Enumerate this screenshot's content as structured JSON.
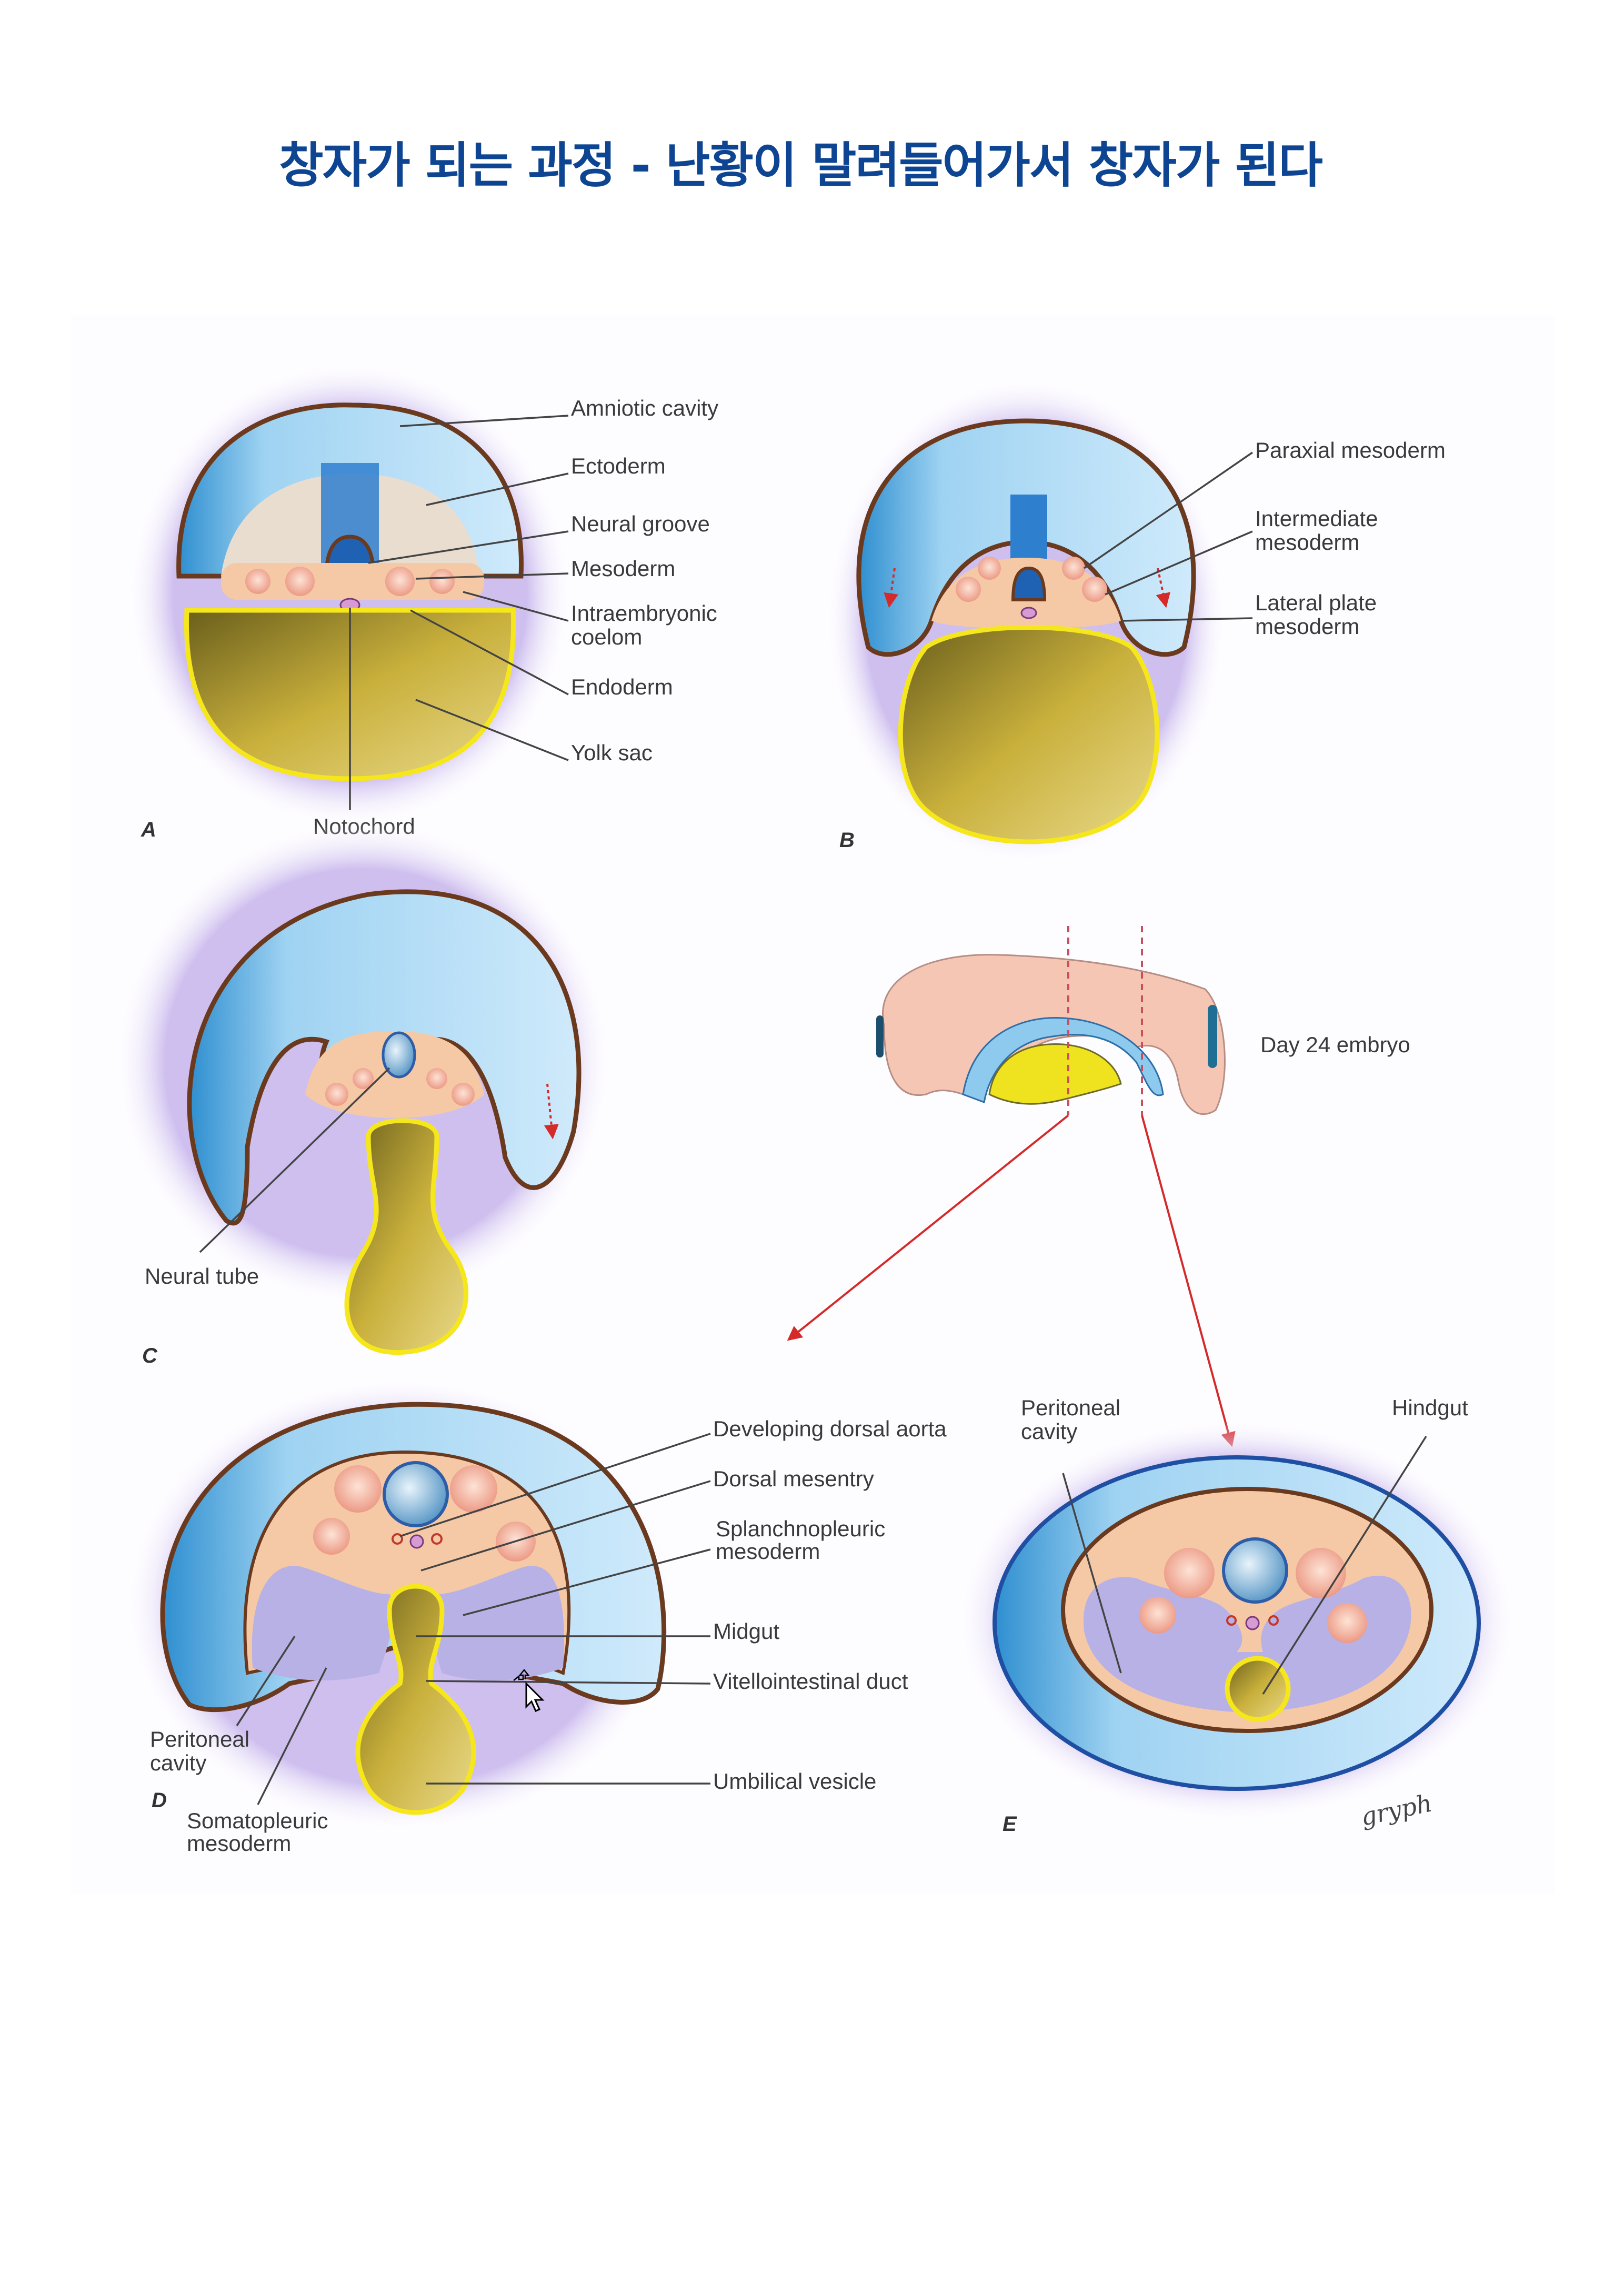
{
  "title": "창자가 되는 과정 - 난황이 말려들어가서 창자가 된다",
  "colors": {
    "title": "#0d4592",
    "amnion": "#9fd3f2",
    "amnion_dark": "#2f8fd0",
    "mesoderm": "#f5c9a6",
    "somite": "#f1a48f",
    "yolk": "#c9b03c",
    "yolk_rim": "#f5e71c",
    "outline": "#6b3a1e",
    "coelom": "#b8b1e6",
    "halo": "#cbb9ee",
    "arrow": "#d42a2a"
  },
  "panels": {
    "A": {
      "letter": "A",
      "labels": [
        "Amniotic cavity",
        "Ectoderm",
        "Neural groove",
        "Mesoderm",
        "Intraembryonic",
        "coelom",
        "Endoderm",
        "Yolk sac",
        "Notochord"
      ]
    },
    "B": {
      "letter": "B",
      "labels": [
        "Paraxial mesoderm",
        "Intermediate",
        "mesoderm",
        "Lateral plate",
        "mesoderm"
      ]
    },
    "C": {
      "letter": "C",
      "labels": [
        "Neural tube"
      ]
    },
    "embryo": {
      "label": "Day 24 embryo"
    },
    "D": {
      "letter": "D",
      "labels": [
        "Developing dorsal aorta",
        "Dorsal mesentry",
        "Splanchnopleuric",
        "mesoderm",
        "Midgut",
        "Vitellointestinal duct",
        "Umbilical vesicle",
        "Peritoneal",
        "cavity",
        "Somatopleuric",
        "mesoderm"
      ]
    },
    "E": {
      "letter": "E",
      "labels": [
        "Peritoneal",
        "cavity",
        "Hindgut"
      ],
      "signature": "gryph"
    }
  }
}
